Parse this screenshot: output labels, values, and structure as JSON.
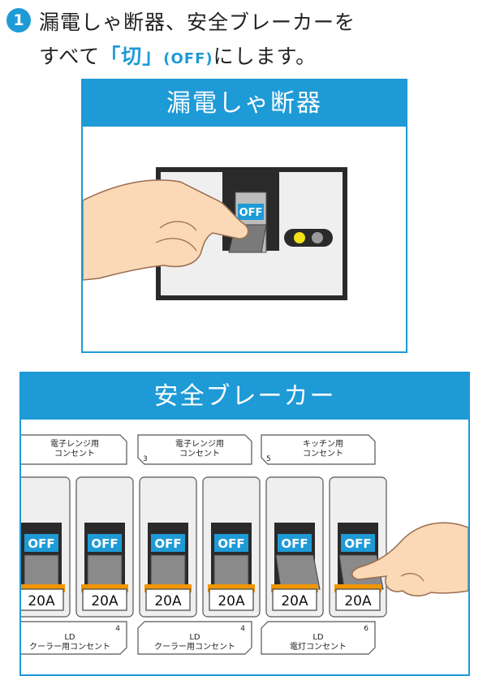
{
  "instruction": {
    "step_number": "1",
    "line1": "漏電しゃ断器、安全ブレーカーを",
    "line2_pre": "すべて",
    "line2_emph": "「切」",
    "line2_paren": "(OFF)",
    "line2_post": "にします。"
  },
  "elb_panel": {
    "title": "漏電しゃ断器",
    "switch_label": "OFF",
    "indicator_colors": [
      "#f2e21a",
      "#9a9a9a"
    ]
  },
  "sb_panel": {
    "title": "安全ブレーカー",
    "top_labels": [
      {
        "text": "電子レンジ用\nコンセント",
        "number": ""
      },
      {
        "text": "電子レンジ用\nコンセント",
        "number": "3"
      },
      {
        "text": "キッチン用\nコンセント",
        "number": "5"
      }
    ],
    "breakers": [
      {
        "state": "OFF",
        "rating": "20A"
      },
      {
        "state": "OFF",
        "rating": "20A"
      },
      {
        "state": "OFF",
        "rating": "20A"
      },
      {
        "state": "OFF",
        "rating": "20A"
      },
      {
        "state": "OFF",
        "rating": "20A"
      },
      {
        "state": "OFF",
        "rating": "20A"
      }
    ],
    "bottom_labels": [
      {
        "text": "LD\nクーラー用コンセント",
        "number": "4"
      },
      {
        "text": "LD\nクーラー用コンセント",
        "number": "4"
      },
      {
        "text": "LD\n電灯コンセント",
        "number": "6"
      }
    ]
  },
  "colors": {
    "accent": "#1e9ad6",
    "breaker_stripe": "#f29600"
  }
}
